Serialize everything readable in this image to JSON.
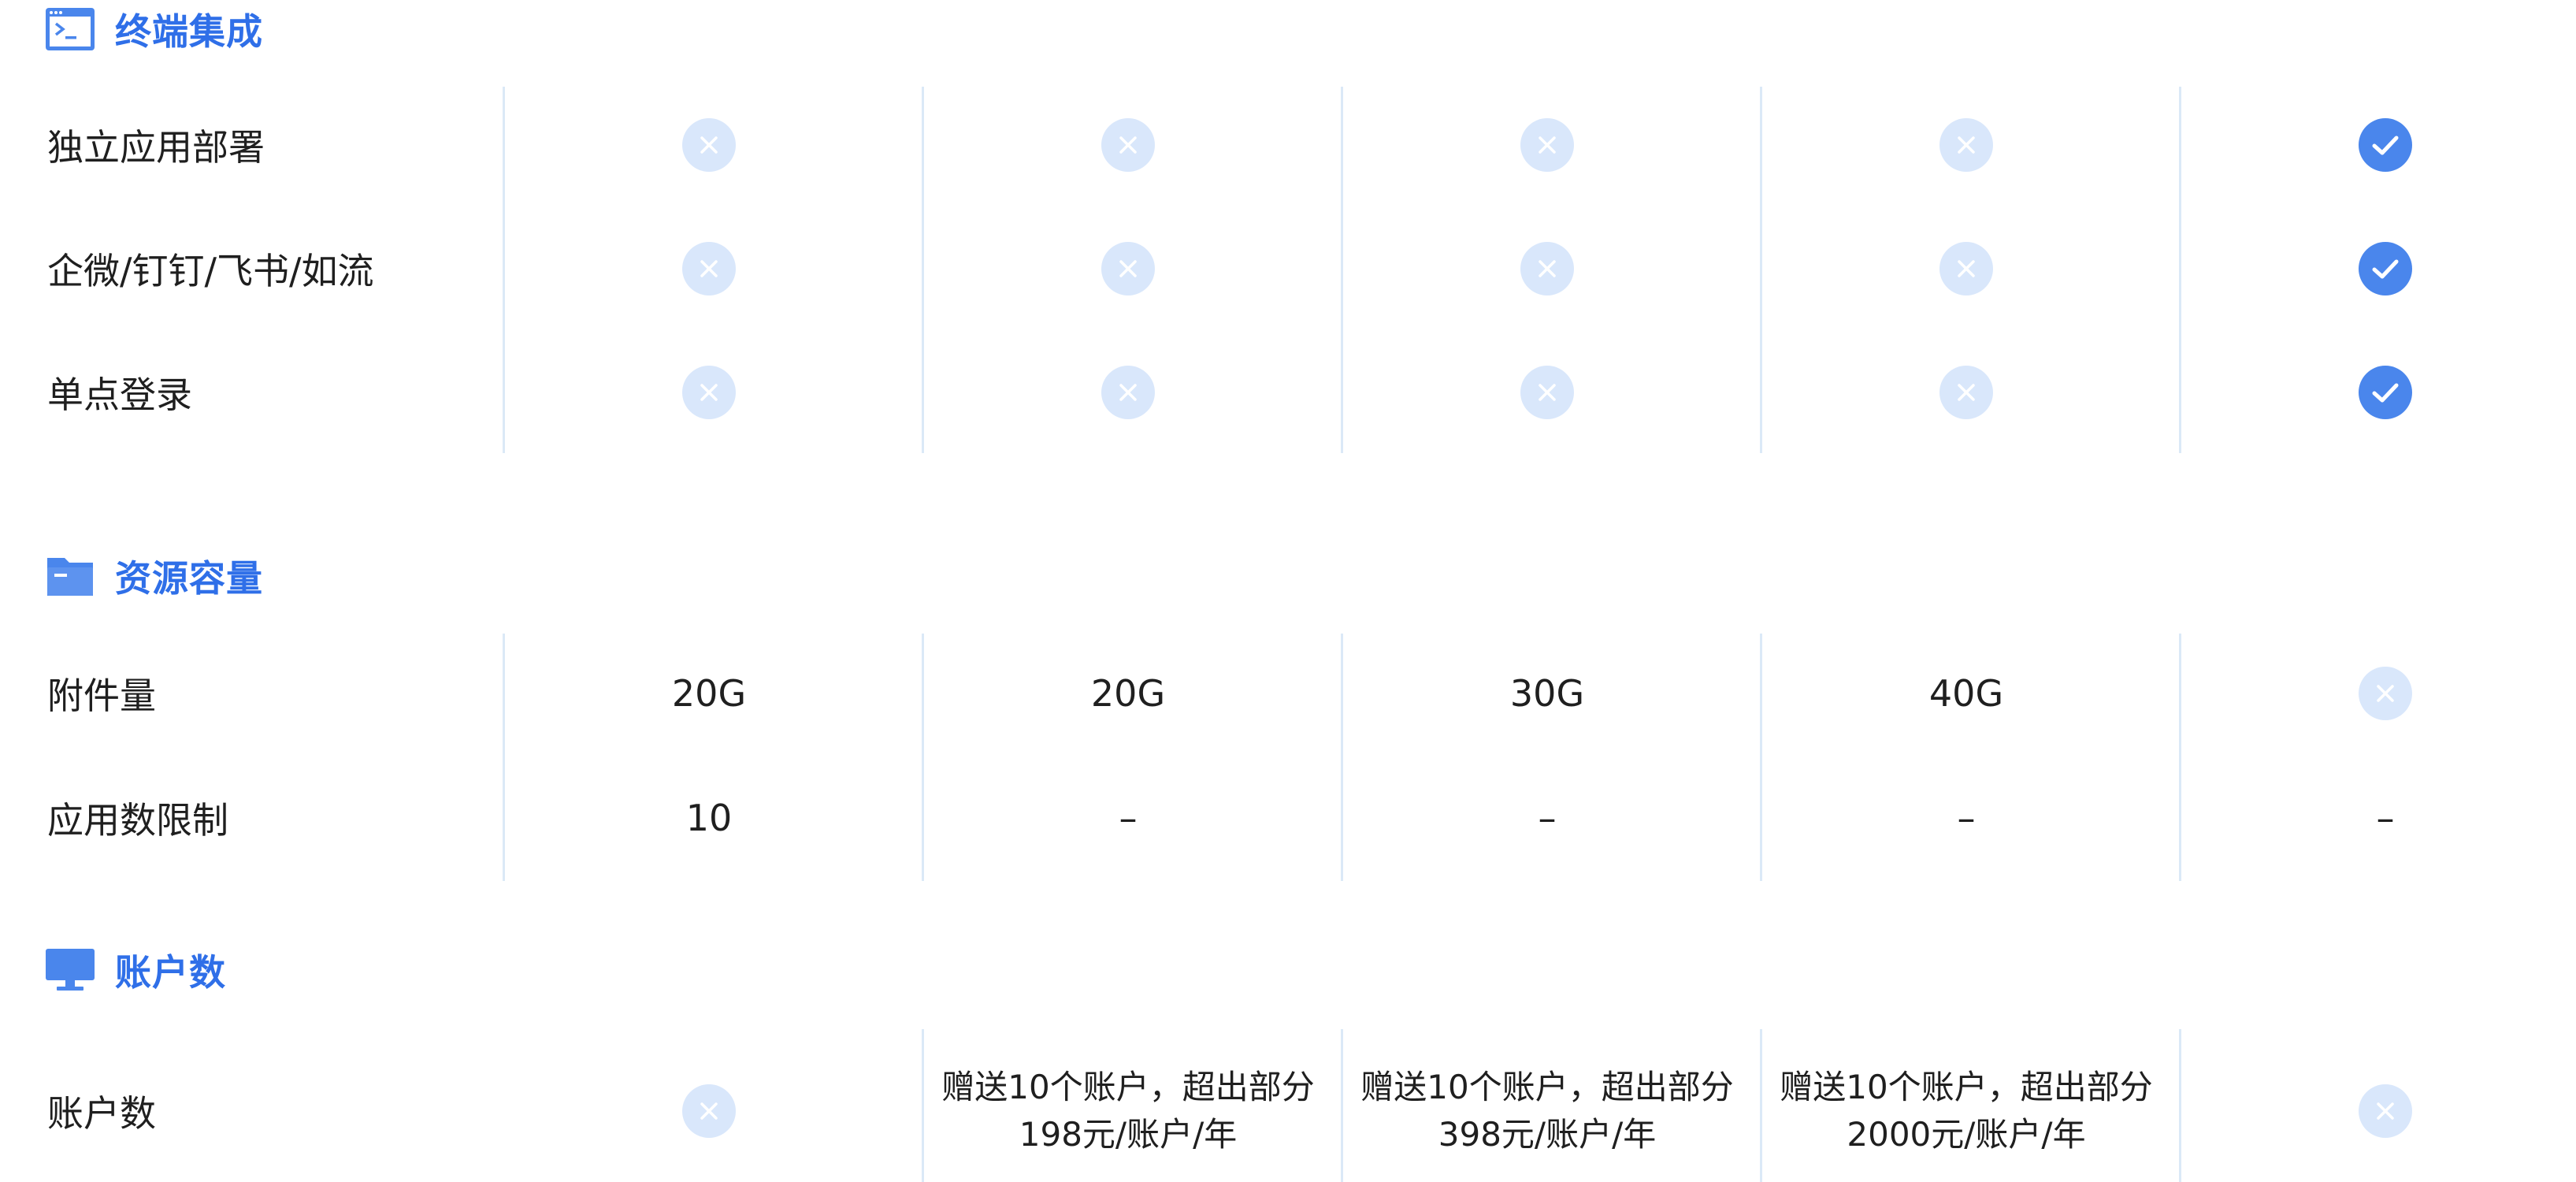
{
  "colors": {
    "accent": "#2f6fe8",
    "check": "#4a86ec",
    "cross_bg": "#d9e7fb",
    "divider": "#dbe9f7"
  },
  "sections": [
    {
      "title": "终端集成",
      "icon": "terminal-window-icon",
      "rows": [
        {
          "label": "独立应用部署",
          "cells": [
            {
              "type": "cross"
            },
            {
              "type": "cross"
            },
            {
              "type": "cross"
            },
            {
              "type": "cross"
            },
            {
              "type": "check"
            }
          ]
        },
        {
          "label": "企微/钉钉/飞书/如流",
          "cells": [
            {
              "type": "cross"
            },
            {
              "type": "cross"
            },
            {
              "type": "cross"
            },
            {
              "type": "cross"
            },
            {
              "type": "check"
            }
          ]
        },
        {
          "label": "单点登录",
          "cells": [
            {
              "type": "cross"
            },
            {
              "type": "cross"
            },
            {
              "type": "cross"
            },
            {
              "type": "cross"
            },
            {
              "type": "check"
            }
          ]
        }
      ]
    },
    {
      "title": "资源容量",
      "icon": "folder-icon",
      "rows": [
        {
          "label": "附件量",
          "cells": [
            {
              "type": "text",
              "value": "20G"
            },
            {
              "type": "text",
              "value": "20G"
            },
            {
              "type": "text",
              "value": "30G"
            },
            {
              "type": "text",
              "value": "40G"
            },
            {
              "type": "cross"
            }
          ]
        },
        {
          "label": "应用数限制",
          "cells": [
            {
              "type": "text",
              "value": "10"
            },
            {
              "type": "text",
              "value": "–"
            },
            {
              "type": "text",
              "value": "–"
            },
            {
              "type": "text",
              "value": "–"
            },
            {
              "type": "text",
              "value": "–"
            }
          ]
        }
      ]
    },
    {
      "title": "账户数",
      "icon": "monitor-icon",
      "rows": [
        {
          "label": "账户数",
          "cells": [
            {
              "type": "cross"
            },
            {
              "type": "multi",
              "lines": [
                "赠送10个账户，超出部分",
                "198元/账户/年"
              ]
            },
            {
              "type": "multi",
              "lines": [
                "赠送10个账户，超出部分",
                "398元/账户/年"
              ]
            },
            {
              "type": "multi",
              "lines": [
                "赠送10个账户，超出部分",
                "2000元/账户/年"
              ]
            },
            {
              "type": "cross"
            }
          ]
        }
      ]
    }
  ]
}
